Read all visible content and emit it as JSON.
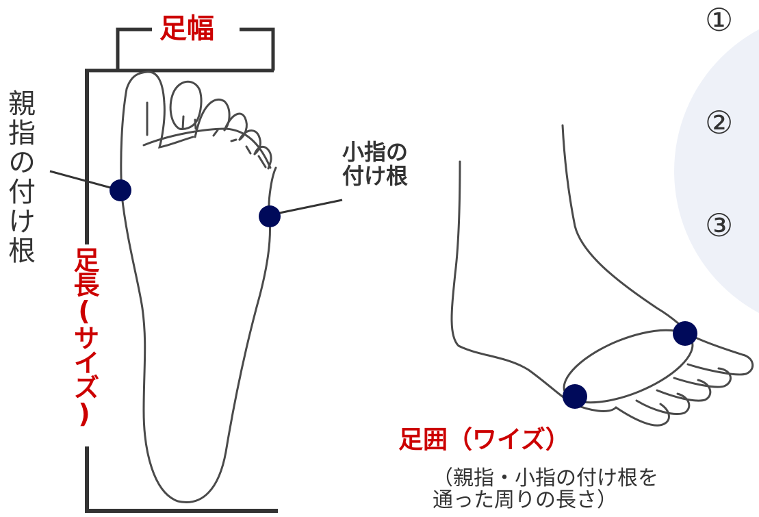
{
  "labels": {
    "foot_width": "足幅",
    "big_toe_base": "親指の付け根",
    "little_toe_base": "小指の\n付け根",
    "foot_length": "足長(サイズ)",
    "foot_girth": "足囲（ワイズ）",
    "foot_girth_note": "（親指・小指の付け根を\n通った周りの長さ）"
  },
  "steps": [
    "①",
    "②",
    "③"
  ],
  "colors": {
    "label_red": "#cc0000",
    "marker_dot": "#000a5a",
    "outline": "#4a4a4a",
    "panel_bg": "#eef1f8"
  }
}
